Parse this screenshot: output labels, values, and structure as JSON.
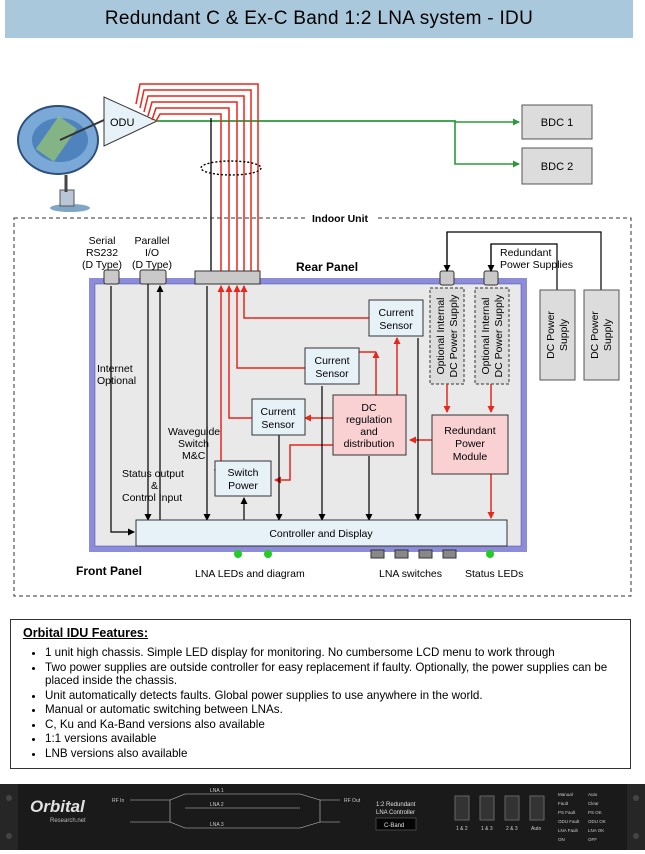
{
  "title": "Redundant C & Ex-C Band 1:2 LNA system - IDU",
  "diagram": {
    "odu": "ODU",
    "bdc1": "BDC 1",
    "bdc2": "BDC 2",
    "indoor_unit": "Indoor Unit",
    "rear_panel": "Rear Panel",
    "front_panel": "Front Panel",
    "serial": [
      "Serial",
      "RS232",
      "(D Type)"
    ],
    "parallel": [
      "Parallel",
      "I/O",
      "(D Type)"
    ],
    "redundant_ps": [
      "Redundant",
      "Power Supplies"
    ],
    "internet": [
      "Internet",
      "Optional"
    ],
    "waveguide": [
      "Waveguide",
      "Switch",
      "M&C"
    ],
    "status_output": [
      "Status output",
      "&",
      "Control Input"
    ],
    "current_sensor": [
      "Current",
      "Sensor"
    ],
    "switch_power": [
      "Switch",
      "Power"
    ],
    "dc_regulation": [
      "DC",
      "regulation",
      "and",
      "distribution"
    ],
    "redundant_module": [
      "Redundant",
      "Power",
      "Module"
    ],
    "optional_internal_ps": [
      "Optional Internal",
      "DC Power Supply"
    ],
    "dc_power_supply": [
      "DC Power",
      "Supply"
    ],
    "controller": "Controller and Display",
    "lna_leds": "LNA LEDs and diagram",
    "lna_switches": "LNA switches",
    "status_leds": "Status LEDs"
  },
  "features": {
    "heading": "Orbital IDU Features:",
    "items": [
      "1 unit high chassis. Simple LED display for monitoring. No cumbersome LCD menu to work through",
      "Two power supplies are outside controller for easy replacement if faulty. Optionally, the power supplies can be placed inside the chassis.",
      "Unit automatically detects faults. Global power supplies to use anywhere in the world.",
      "Manual or automatic switching between LNAs.",
      "C, Ku and Ka-Band versions also available",
      "1:1 versions available",
      "LNB versions also available"
    ]
  },
  "front_panel_photo": {
    "brand": "Orbital",
    "brand_sub": "Research.net",
    "model": [
      "1:2 Redundant",
      "LNA Controller",
      "C-Band"
    ],
    "lna_labels": [
      "LNA 1",
      "LNA 2",
      "LNA 3"
    ],
    "rf_labels": [
      "RF In",
      "RF Out"
    ],
    "switch_labels": [
      "1 & 2",
      "1 & 3",
      "2 & 3",
      "Auto"
    ],
    "status_labels": [
      "Manual",
      "Auto",
      "Fault",
      "Clear",
      "PS Fault",
      "PS OK",
      "ODU Fault",
      "ODU OK",
      "LNA Fault",
      "LNA OK",
      "ON",
      "OFF"
    ]
  },
  "colors": {
    "title_bg": "#a9c8dc",
    "signal_red": "#e8261c",
    "signal_green": "#2a9a3a",
    "chassis_border": "#8c8cd8",
    "module_pink": "#f9d1d3",
    "sensor_blue": "#e6f1f8",
    "led_green": "#22cc22"
  }
}
